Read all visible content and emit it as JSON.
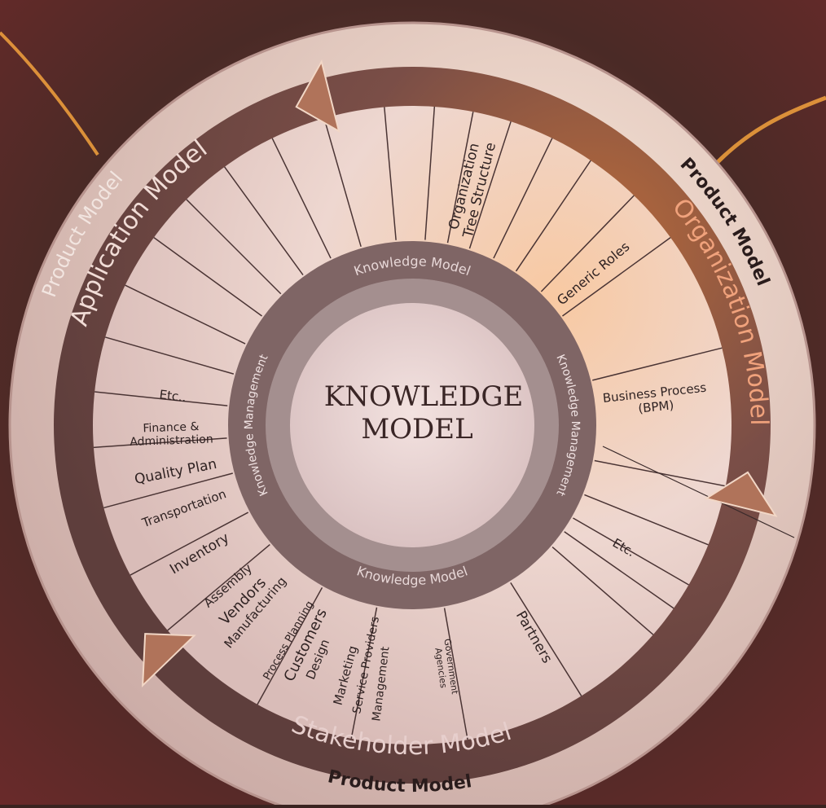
{
  "center": {
    "title_line1": "KNOWLEDGE",
    "title_line2": "MODEL"
  },
  "knowledge_ring": {
    "top_label": "Knowledge Model",
    "bottom_label": "Knowledge Model",
    "left_label": "Knowledge Management",
    "right_label": "Knowledge Management"
  },
  "models": {
    "application": "Application Model",
    "organization": "Organization Model",
    "stakeholder": "Stakeholder Model"
  },
  "outer": {
    "product_left": "Product Model",
    "product_right": "Product Model",
    "product_bottom": "Product Model"
  },
  "segments": {
    "application": [
      "Management",
      "Marketing",
      "Design",
      "Process Planning",
      "Manufacturing",
      "Assembly",
      "Inventory",
      "Transportation",
      "Quality Plan",
      [
        "Finance &",
        "Administration"
      ],
      "Etc.."
    ],
    "organization": [
      [
        "Organization",
        "Tree Structure"
      ],
      "Generic Roles",
      [
        "Business Process",
        "(BPM)"
      ],
      "Etc."
    ],
    "stakeholder": [
      "Vendors",
      "Customers",
      "Service Providers",
      [
        "Government",
        "Agencies"
      ],
      "Partners"
    ]
  },
  "colors": {
    "background": "#3a2320",
    "rim": "#e8d6cf",
    "arrow_band": "#6e4a46",
    "segment_fill": "#f0ddd6",
    "knowledge_ring": "#7d6262",
    "center_disc": "#ecd9d9",
    "accent_glow": "#f39a3a"
  }
}
